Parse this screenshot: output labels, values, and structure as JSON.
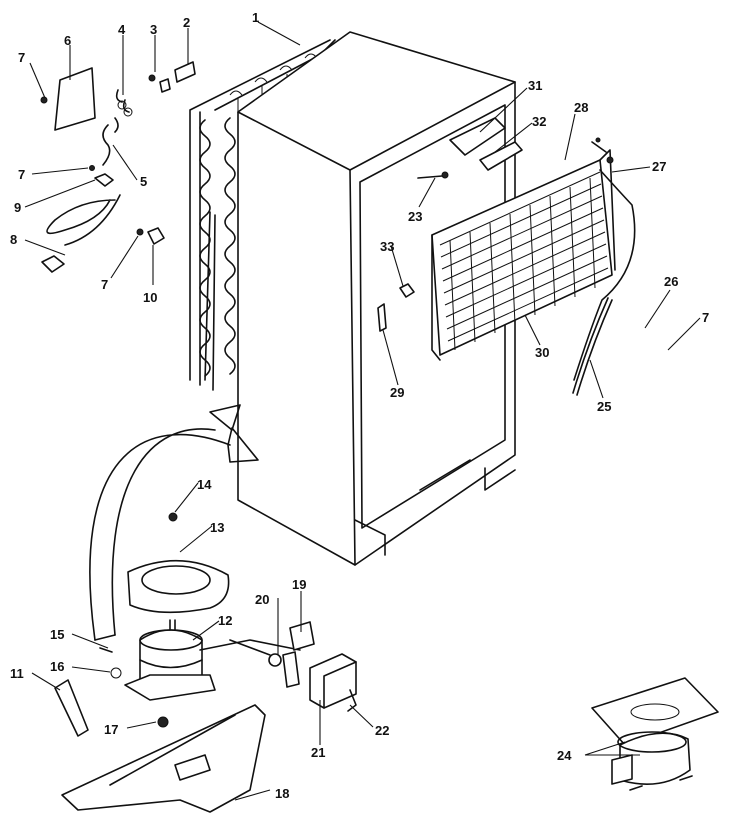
{
  "labels": {
    "p1": "1",
    "p2": "2",
    "p3": "3",
    "p4": "4",
    "p5": "5",
    "p6": "6",
    "p7a": "7",
    "p7b": "7",
    "p7c": "7",
    "p7d": "7",
    "p8": "8",
    "p9": "9",
    "p10": "10",
    "p11": "11",
    "p12": "12",
    "p13": "13",
    "p14": "14",
    "p15": "15",
    "p16": "16",
    "p17": "17",
    "p18": "18",
    "p19": "19",
    "p20": "20",
    "p21": "21",
    "p22": "22",
    "p23": "23",
    "p24": "24",
    "p25": "25",
    "p26": "26",
    "p27": "27",
    "p28": "28",
    "p29": "29",
    "p30": "30",
    "p31": "31",
    "p32": "32",
    "p33": "33"
  }
}
